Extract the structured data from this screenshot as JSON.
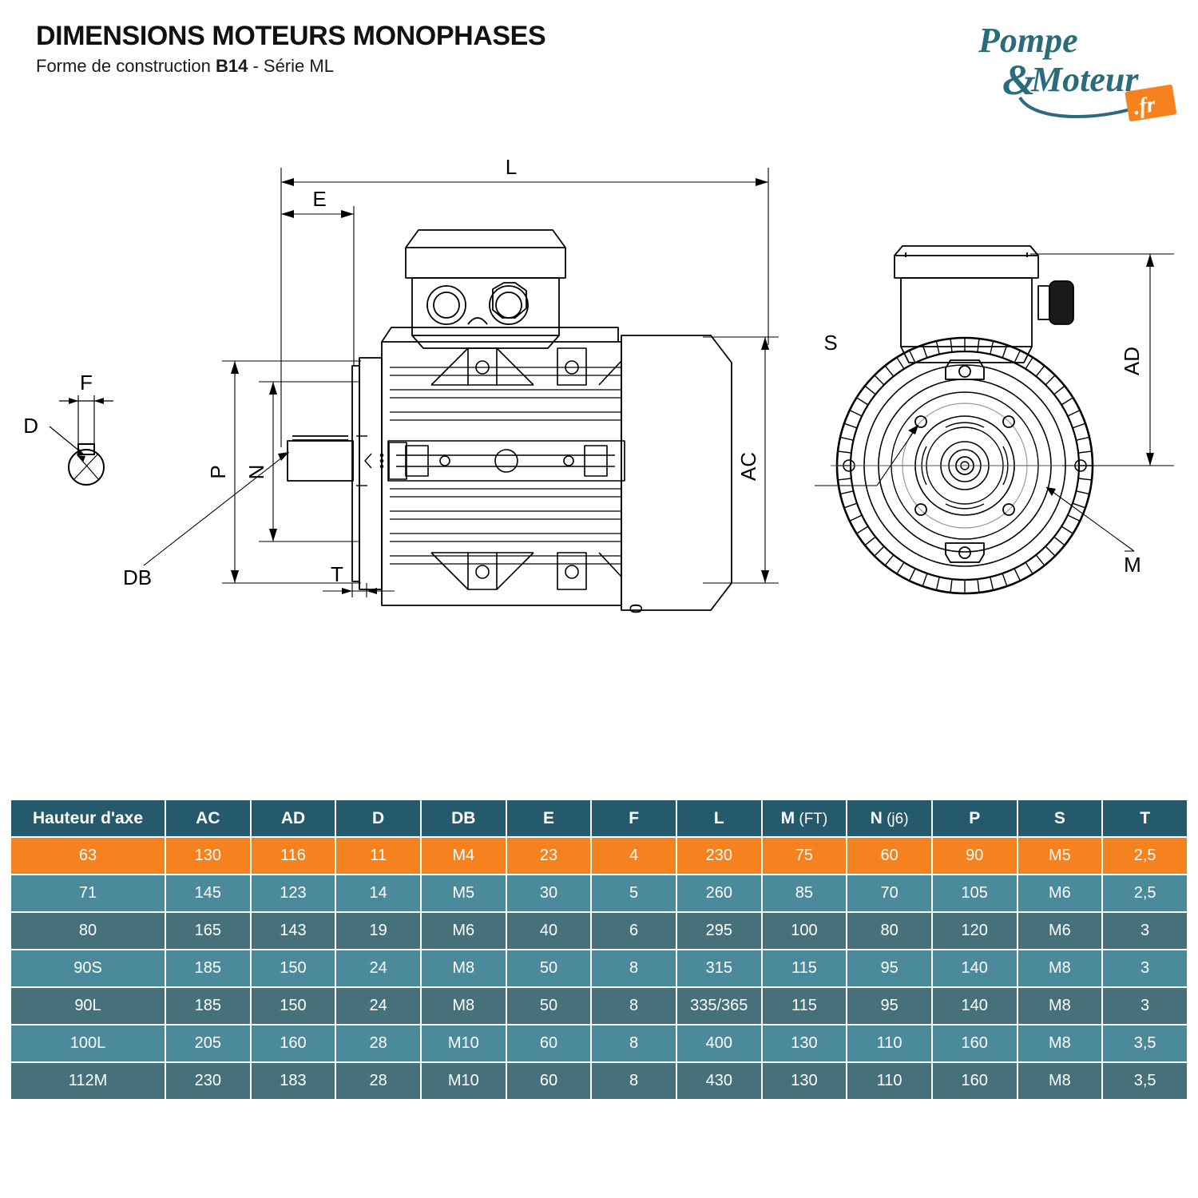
{
  "header": {
    "title": "DIMENSIONS MOTEURS MONOPHASES",
    "subtitle_prefix": "Forme de construction ",
    "subtitle_bold": "B14",
    "subtitle_suffix": " - Série ML",
    "subtitle_full": "Forme de construction B14 - Série ML"
  },
  "logo": {
    "line1": "Pompe",
    "amp": "&",
    "line2": "Moteur",
    "badge": ".fr",
    "teal": "#2A6B7C",
    "orange": "#F5821F"
  },
  "drawing": {
    "labels": {
      "L": "L",
      "E": "E",
      "P": "P",
      "N": "N",
      "T": "T",
      "AC": "AC",
      "AD": "AD",
      "F": "F",
      "D": "D",
      "DB": "DB",
      "S": "S",
      "M": "M",
      "zero": "0"
    }
  },
  "table": {
    "columns": [
      {
        "label": "Hauteur d'axe",
        "sub": ""
      },
      {
        "label": "AC",
        "sub": ""
      },
      {
        "label": "AD",
        "sub": ""
      },
      {
        "label": "D",
        "sub": ""
      },
      {
        "label": "DB",
        "sub": ""
      },
      {
        "label": "E",
        "sub": ""
      },
      {
        "label": "F",
        "sub": ""
      },
      {
        "label": "L",
        "sub": ""
      },
      {
        "label": "M",
        "sub": " (FT)"
      },
      {
        "label": "N",
        "sub": " (j6)"
      },
      {
        "label": "P",
        "sub": ""
      },
      {
        "label": "S",
        "sub": ""
      },
      {
        "label": "T",
        "sub": ""
      }
    ],
    "rows": [
      {
        "style": "row-highlight",
        "cells": [
          "63",
          "130",
          "116",
          "11",
          "M4",
          "23",
          "4",
          "230",
          "75",
          "60",
          "90",
          "M5",
          "2,5"
        ]
      },
      {
        "style": "row-light",
        "cells": [
          "71",
          "145",
          "123",
          "14",
          "M5",
          "30",
          "5",
          "260",
          "85",
          "70",
          "105",
          "M6",
          "2,5"
        ]
      },
      {
        "style": "row-dark",
        "cells": [
          "80",
          "165",
          "143",
          "19",
          "M6",
          "40",
          "6",
          "295",
          "100",
          "80",
          "120",
          "M6",
          "3"
        ]
      },
      {
        "style": "row-light",
        "cells": [
          "90S",
          "185",
          "150",
          "24",
          "M8",
          "50",
          "8",
          "315",
          "115",
          "95",
          "140",
          "M8",
          "3"
        ]
      },
      {
        "style": "row-dark",
        "cells": [
          "90L",
          "185",
          "150",
          "24",
          "M8",
          "50",
          "8",
          "335/365",
          "115",
          "95",
          "140",
          "M8",
          "3"
        ]
      },
      {
        "style": "row-light",
        "cells": [
          "100L",
          "205",
          "160",
          "28",
          "M10",
          "60",
          "8",
          "400",
          "130",
          "110",
          "160",
          "M8",
          "3,5"
        ]
      },
      {
        "style": "row-dark",
        "cells": [
          "112M",
          "230",
          "183",
          "28",
          "M10",
          "60",
          "8",
          "430",
          "130",
          "110",
          "160",
          "M8",
          "3,5"
        ]
      }
    ],
    "colors": {
      "header_bg": "#245A6B",
      "highlight_bg": "#F5821F",
      "light_bg": "#4A8A9B",
      "dark_bg": "#46707A",
      "text": "#FFFFFF"
    }
  }
}
